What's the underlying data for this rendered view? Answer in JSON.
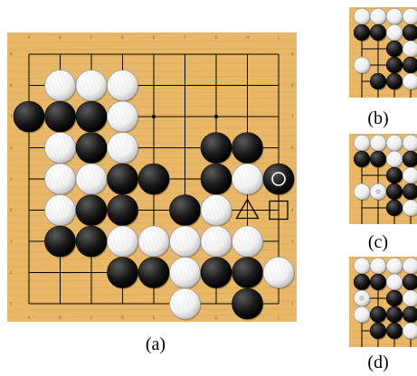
{
  "figure": {
    "main_board": {
      "caption": "(a)",
      "board_size": 9,
      "col_labels": [
        "A",
        "B",
        "C",
        "D",
        "E",
        "F",
        "G",
        "H",
        "J"
      ],
      "row_labels": [
        "9",
        "8",
        "7",
        "6",
        "5",
        "4",
        "3",
        "2",
        "1"
      ],
      "hoshi": [
        [
          4,
          2
        ],
        [
          6,
          2
        ]
      ],
      "stones": [
        {
          "c": 1,
          "r": 1,
          "color": "white"
        },
        {
          "c": 2,
          "r": 1,
          "color": "white"
        },
        {
          "c": 3,
          "r": 1,
          "color": "white"
        },
        {
          "c": 0,
          "r": 2,
          "color": "black"
        },
        {
          "c": 1,
          "r": 2,
          "color": "black"
        },
        {
          "c": 2,
          "r": 2,
          "color": "black"
        },
        {
          "c": 3,
          "r": 2,
          "color": "white"
        },
        {
          "c": 1,
          "r": 3,
          "color": "white"
        },
        {
          "c": 2,
          "r": 3,
          "color": "black"
        },
        {
          "c": 3,
          "r": 3,
          "color": "white"
        },
        {
          "c": 6,
          "r": 3,
          "color": "black"
        },
        {
          "c": 7,
          "r": 3,
          "color": "black"
        },
        {
          "c": 1,
          "r": 4,
          "color": "white"
        },
        {
          "c": 2,
          "r": 4,
          "color": "white"
        },
        {
          "c": 3,
          "r": 4,
          "color": "black"
        },
        {
          "c": 4,
          "r": 4,
          "color": "black"
        },
        {
          "c": 6,
          "r": 4,
          "color": "black"
        },
        {
          "c": 7,
          "r": 4,
          "color": "white"
        },
        {
          "c": 8,
          "r": 4,
          "color": "black",
          "mark": "circle"
        },
        {
          "c": 1,
          "r": 5,
          "color": "white"
        },
        {
          "c": 2,
          "r": 5,
          "color": "black"
        },
        {
          "c": 3,
          "r": 5,
          "color": "black"
        },
        {
          "c": 5,
          "r": 5,
          "color": "black"
        },
        {
          "c": 6,
          "r": 5,
          "color": "white"
        },
        {
          "c": 1,
          "r": 6,
          "color": "black"
        },
        {
          "c": 2,
          "r": 6,
          "color": "black"
        },
        {
          "c": 3,
          "r": 6,
          "color": "white"
        },
        {
          "c": 4,
          "r": 6,
          "color": "white"
        },
        {
          "c": 5,
          "r": 6,
          "color": "white"
        },
        {
          "c": 6,
          "r": 6,
          "color": "white"
        },
        {
          "c": 7,
          "r": 6,
          "color": "white"
        },
        {
          "c": 3,
          "r": 7,
          "color": "black"
        },
        {
          "c": 4,
          "r": 7,
          "color": "black"
        },
        {
          "c": 5,
          "r": 7,
          "color": "white"
        },
        {
          "c": 6,
          "r": 7,
          "color": "black"
        },
        {
          "c": 7,
          "r": 7,
          "color": "black"
        },
        {
          "c": 8,
          "r": 7,
          "color": "white"
        },
        {
          "c": 5,
          "r": 8,
          "color": "white"
        },
        {
          "c": 7,
          "r": 8,
          "color": "black"
        }
      ],
      "empty_marks": [
        {
          "c": 7,
          "r": 5,
          "mark": "triangle"
        },
        {
          "c": 8,
          "r": 5,
          "mark": "square"
        }
      ]
    },
    "crops": [
      {
        "caption": "(b)",
        "stones": [
          {
            "c": 0,
            "r": 0,
            "color": "white"
          },
          {
            "c": 1,
            "r": 0,
            "color": "white"
          },
          {
            "c": 2,
            "r": 0,
            "color": "white"
          },
          {
            "c": 3,
            "r": 0,
            "color": "white"
          },
          {
            "c": 0,
            "r": 1,
            "color": "black"
          },
          {
            "c": 1,
            "r": 1,
            "color": "black"
          },
          {
            "c": 2,
            "r": 1,
            "color": "white"
          },
          {
            "c": 3,
            "r": 1,
            "color": "black"
          },
          {
            "c": 2,
            "r": 2,
            "color": "black"
          },
          {
            "c": 3,
            "r": 2,
            "color": "white"
          },
          {
            "c": 0,
            "r": 3,
            "color": "white"
          },
          {
            "c": 2,
            "r": 3,
            "color": "black"
          },
          {
            "c": 3,
            "r": 3,
            "color": "black"
          },
          {
            "c": 1,
            "r": 4,
            "color": "black"
          },
          {
            "c": 2,
            "r": 4,
            "color": "black"
          },
          {
            "c": 3,
            "r": 4,
            "color": "white"
          }
        ],
        "marks": []
      },
      {
        "caption": "(c)",
        "stones": [
          {
            "c": 0,
            "r": 0,
            "color": "white"
          },
          {
            "c": 1,
            "r": 0,
            "color": "white"
          },
          {
            "c": 2,
            "r": 0,
            "color": "white"
          },
          {
            "c": 3,
            "r": 0,
            "color": "white"
          },
          {
            "c": 0,
            "r": 1,
            "color": "black"
          },
          {
            "c": 1,
            "r": 1,
            "color": "black"
          },
          {
            "c": 2,
            "r": 1,
            "color": "white"
          },
          {
            "c": 3,
            "r": 1,
            "color": "black"
          },
          {
            "c": 2,
            "r": 2,
            "color": "black"
          },
          {
            "c": 3,
            "r": 2,
            "color": "white"
          },
          {
            "c": 0,
            "r": 3,
            "color": "white"
          },
          {
            "c": 1,
            "r": 3,
            "color": "white",
            "mark": "dot"
          },
          {
            "c": 2,
            "r": 3,
            "color": "black"
          },
          {
            "c": 3,
            "r": 3,
            "color": "black"
          },
          {
            "c": 2,
            "r": 4,
            "color": "black"
          },
          {
            "c": 3,
            "r": 4,
            "color": "white"
          }
        ],
        "marks": []
      },
      {
        "caption": "(d)",
        "stones": [
          {
            "c": 0,
            "r": 0,
            "color": "white"
          },
          {
            "c": 1,
            "r": 0,
            "color": "white"
          },
          {
            "c": 2,
            "r": 0,
            "color": "white"
          },
          {
            "c": 3,
            "r": 0,
            "color": "white"
          },
          {
            "c": 0,
            "r": 1,
            "color": "black"
          },
          {
            "c": 1,
            "r": 1,
            "color": "black"
          },
          {
            "c": 2,
            "r": 1,
            "color": "white"
          },
          {
            "c": 3,
            "r": 1,
            "color": "black"
          },
          {
            "c": 0,
            "r": 2,
            "color": "white",
            "mark": "dot"
          },
          {
            "c": 2,
            "r": 2,
            "color": "black"
          },
          {
            "c": 3,
            "r": 2,
            "color": "white"
          },
          {
            "c": 0,
            "r": 3,
            "color": "white"
          },
          {
            "c": 1,
            "r": 3,
            "color": "black"
          },
          {
            "c": 2,
            "r": 3,
            "color": "black"
          },
          {
            "c": 3,
            "r": 3,
            "color": "black"
          },
          {
            "c": 1,
            "r": 4,
            "color": "black"
          },
          {
            "c": 2,
            "r": 4,
            "color": "black"
          },
          {
            "c": 3,
            "r": 4,
            "color": "white"
          }
        ],
        "marks": []
      }
    ],
    "colors": {
      "board": "#e8b868",
      "black_stone": "#1a1a1a",
      "white_stone": "#f2f2f2"
    }
  }
}
